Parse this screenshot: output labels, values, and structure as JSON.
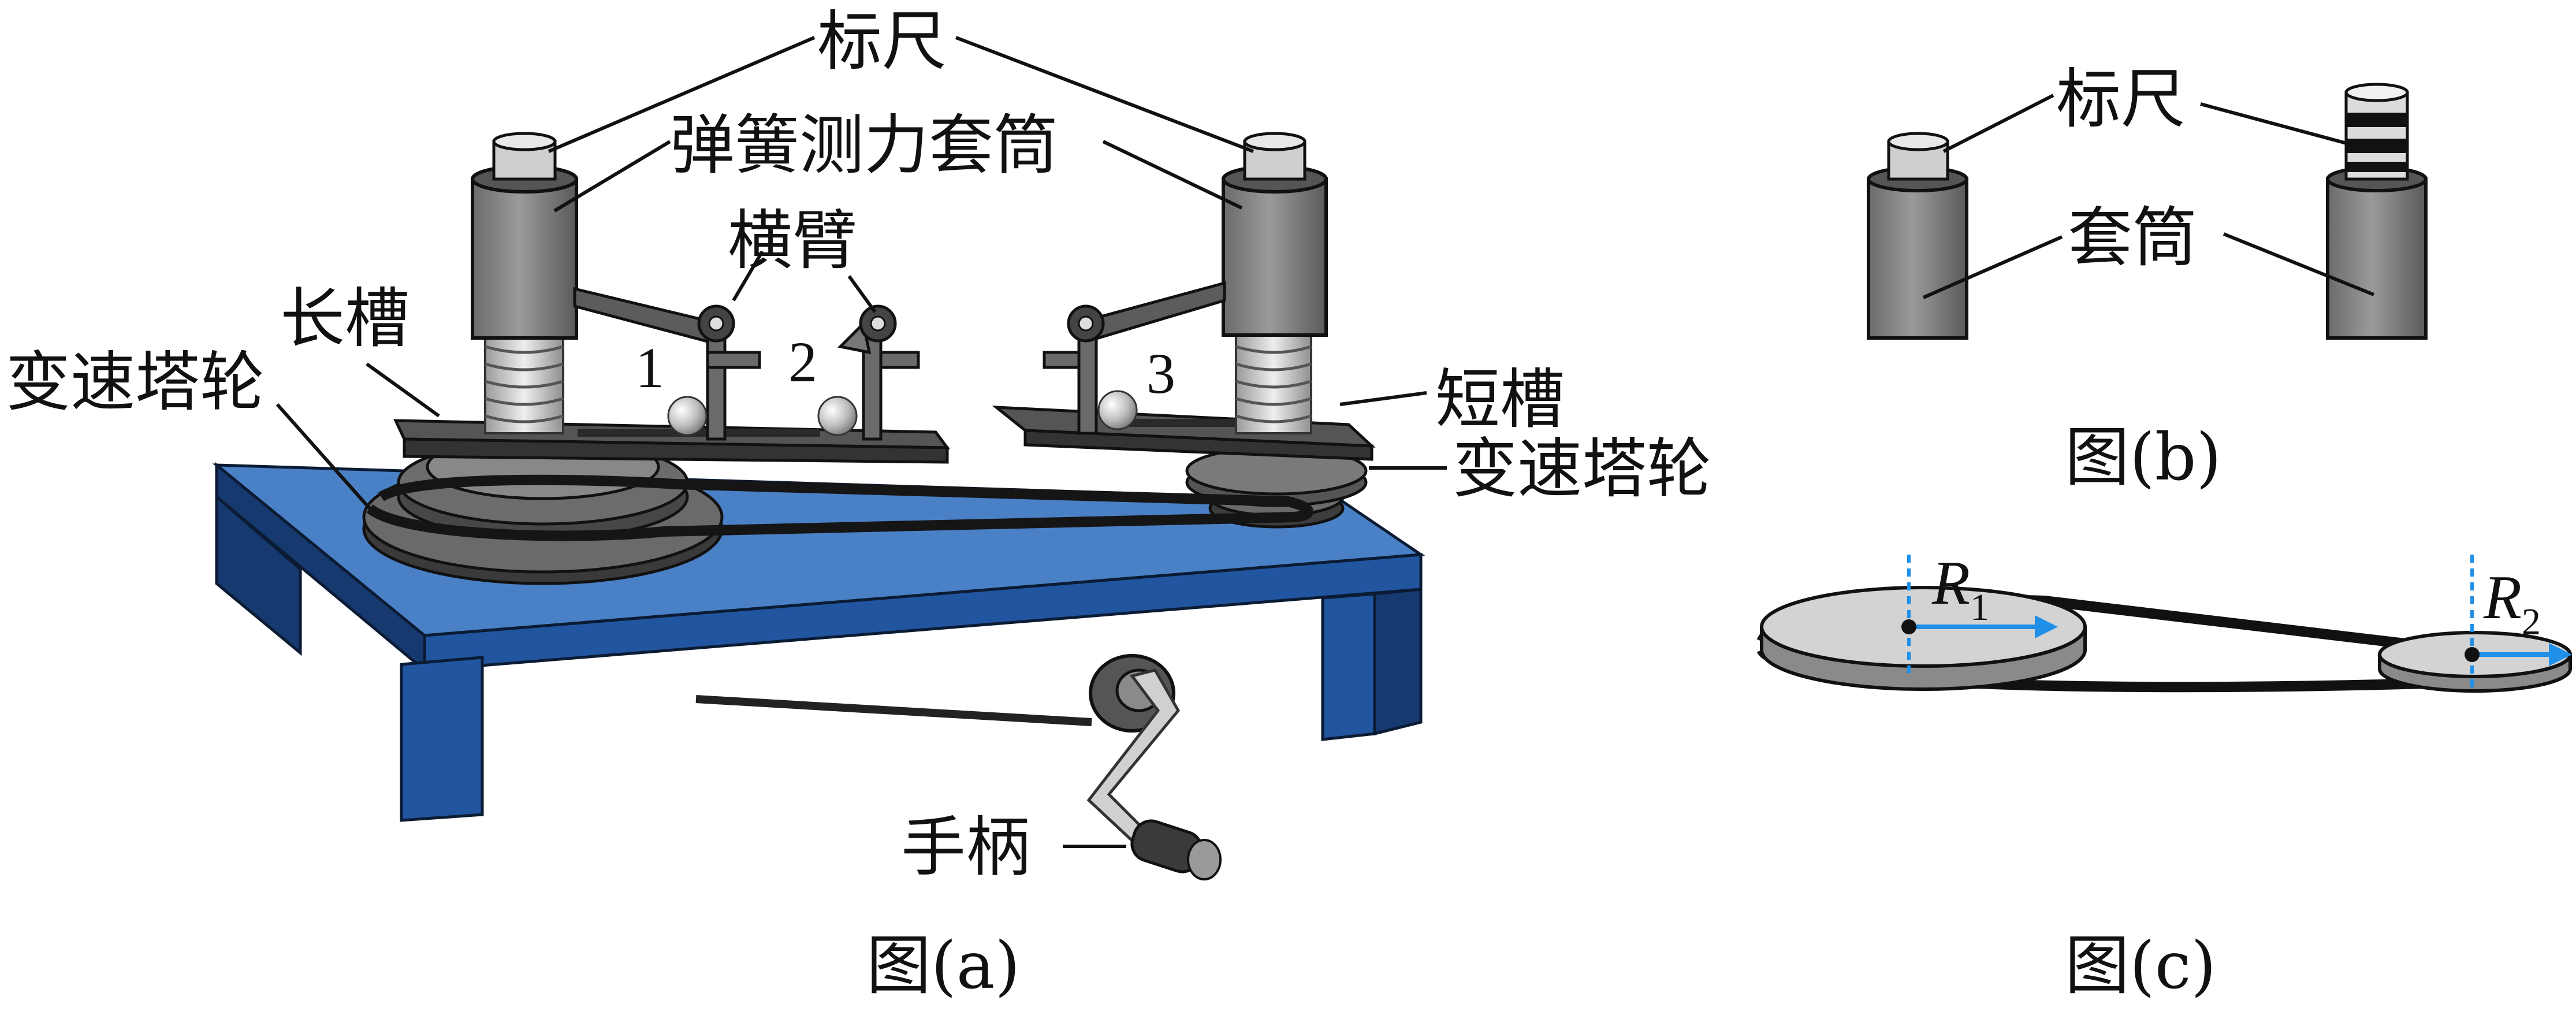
{
  "fig_a": {
    "caption": "图(a)",
    "labels": {
      "ruler": "标尺",
      "spring_sleeve": "弹簧测力套筒",
      "crossarm": "横臂",
      "long_slot": "长槽",
      "pulley_left": "变速塔轮",
      "short_slot": "短槽",
      "pulley_right": "变速塔轮",
      "handle": "手柄"
    },
    "positions": [
      "1",
      "2",
      "3"
    ]
  },
  "fig_b": {
    "caption": "图(b)",
    "labels": {
      "ruler": "标尺",
      "sleeve": "套筒"
    }
  },
  "fig_c": {
    "caption": "图(c)",
    "r1": {
      "sym": "R",
      "sub": "1"
    },
    "r2": {
      "sym": "R",
      "sub": "2"
    }
  },
  "colors": {
    "table_top": "#4a80c6",
    "table_side": "#2255a0",
    "table_dark": "#163970",
    "cylinder": "#7f7f7f",
    "cylinder_dark": "#5e5e5e",
    "slot": "#4d4d4d",
    "pulley_dark": "#444444",
    "radius_arrow": "#1f8fe8"
  }
}
